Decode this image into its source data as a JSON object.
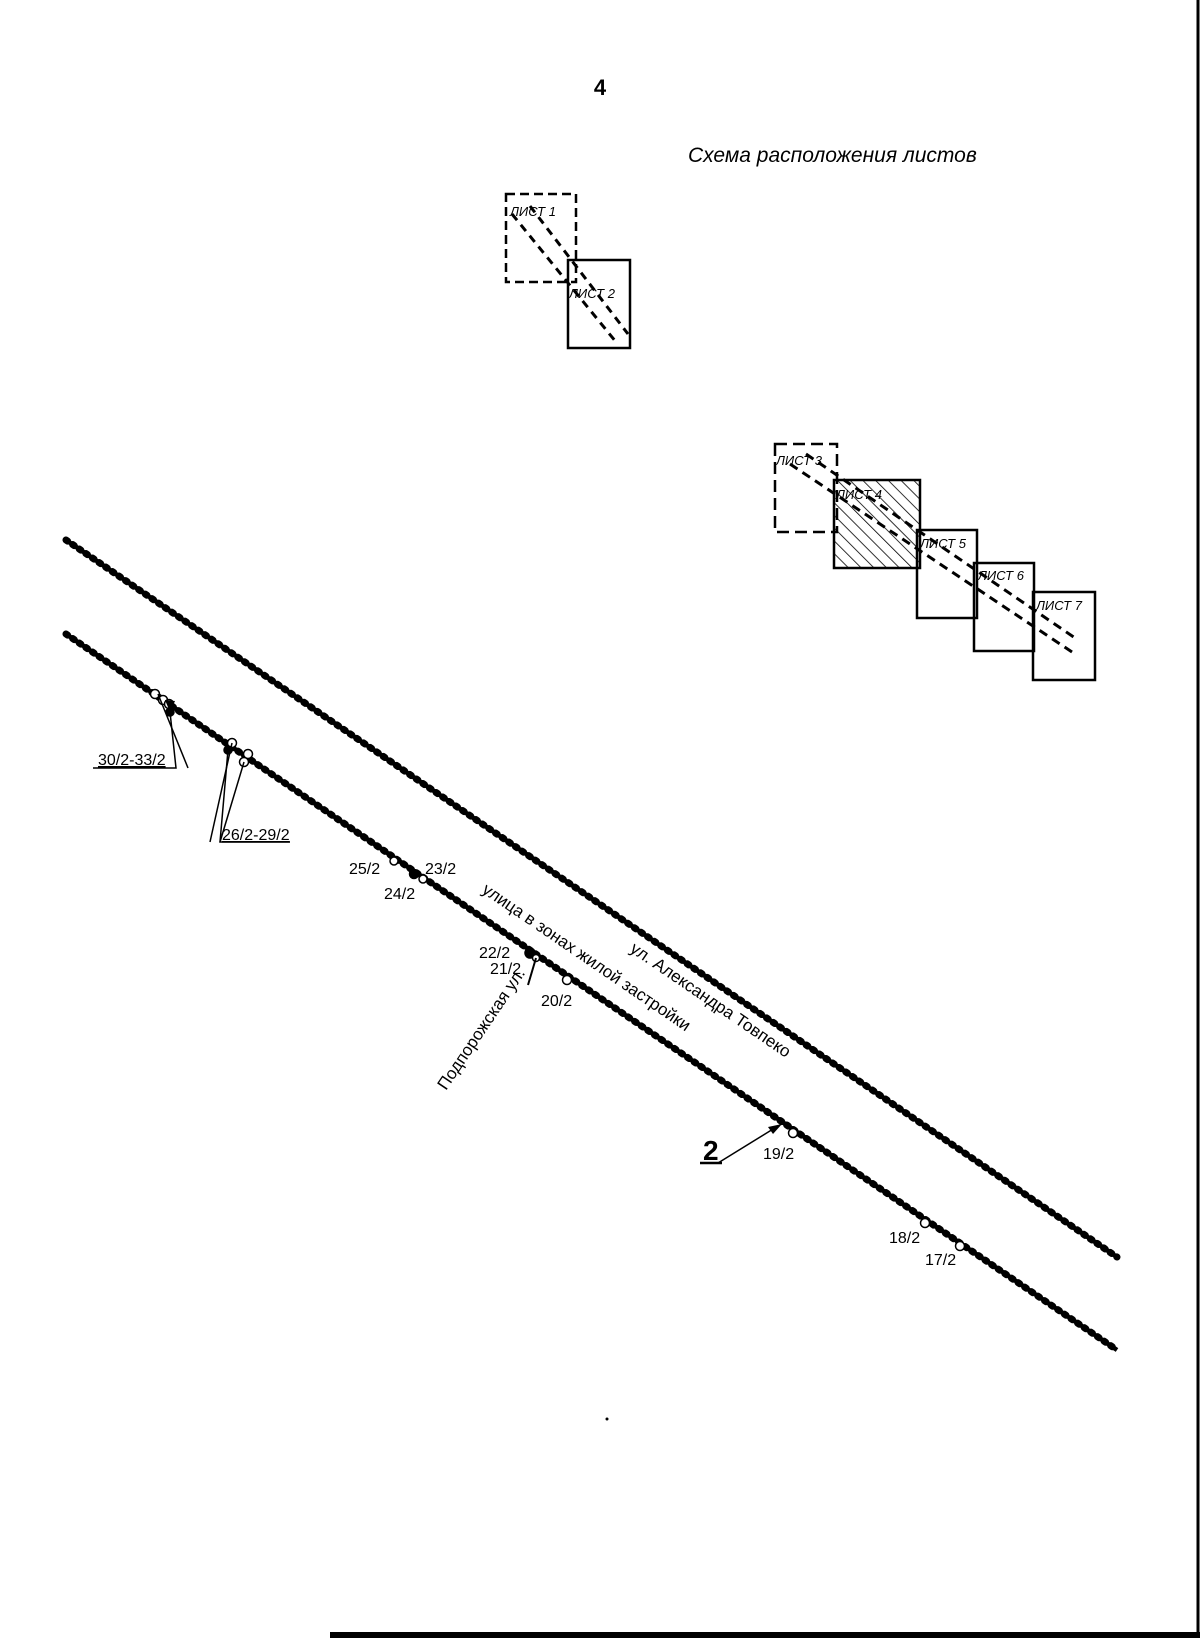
{
  "page_number": "4",
  "layout_scheme": {
    "title": "Схема расположения листов",
    "sheets": [
      "ЛИСТ 1",
      "ЛИСТ 2",
      "ЛИСТ 3",
      "ЛИСТ 4",
      "ЛИСТ 5",
      "ЛИСТ 6",
      "ЛИСТ 7"
    ],
    "highlighted_sheet": "ЛИСТ 4"
  },
  "streets": {
    "main": "ул. Александра Товпеко",
    "residential": "улица в зонах жилой застройки",
    "cross": "Подпорожская ул."
  },
  "points": {
    "group_30_33": "30/2-33/2",
    "group_26_29": "26/2-29/2",
    "p25": "25/2",
    "p23": "23/2",
    "p24": "24/2",
    "p22": "22/2",
    "p21": "21/2",
    "p20": "20/2",
    "p19": "19/2",
    "p18": "18/2",
    "p17": "17/2"
  },
  "line_marker": "2"
}
